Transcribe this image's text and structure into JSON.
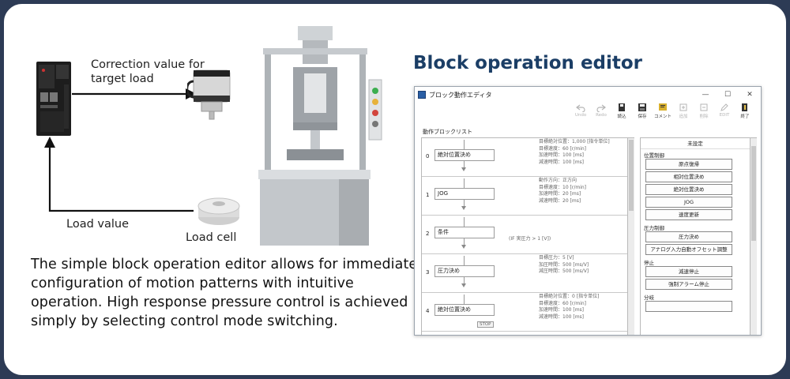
{
  "diagram": {
    "correction_label": "Correction value for target load",
    "load_value_label": "Load value",
    "load_cell_label": "Load cell"
  },
  "description": "The simple block operation editor allows for immediate configuration of motion patterns with intuitive operation. High response pressure control is achieved simply by selecting control mode switching.",
  "editor_title": "Block operation editor",
  "window": {
    "title": "ブロック動作エディタ",
    "controls": [
      "—",
      "☐",
      "✕"
    ],
    "toolbar": [
      {
        "label": "Undo",
        "icon": "undo-icon",
        "disabled": true
      },
      {
        "label": "Redo",
        "icon": "redo-icon",
        "disabled": true
      },
      {
        "label": "読込",
        "icon": "open-icon",
        "disabled": false
      },
      {
        "label": "保存",
        "icon": "save-icon",
        "disabled": false
      },
      {
        "label": "コメント",
        "icon": "comment-icon",
        "disabled": false
      },
      {
        "label": "追加",
        "icon": "add-icon",
        "disabled": true
      },
      {
        "label": "削除",
        "icon": "delete-icon",
        "disabled": true
      },
      {
        "label": "EDIT",
        "icon": "edit-icon",
        "disabled": true
      },
      {
        "label": "終了",
        "icon": "exit-icon",
        "disabled": false
      }
    ],
    "list_title": "動作ブロックリスト",
    "blocks": [
      {
        "num": "0",
        "name": "絶対位置決め",
        "params": [
          "目標絶対位置：1,000 [指令単位]",
          "目標速度：60 [r/min]",
          "加速時間：100 [ms]",
          "減速時間：100 [ms]"
        ],
        "stop": ""
      },
      {
        "num": "1",
        "name": "JOG",
        "params": [
          "動作方向：正方向",
          "目標速度：10 [r/min]",
          "加速時間：20 [ms]",
          "減速時間：20 [ms]"
        ],
        "stop": ""
      },
      {
        "num": "2",
        "name": "条件",
        "condition": "(IF 実圧力 > 1 [V])",
        "params": [],
        "stop": ""
      },
      {
        "num": "3",
        "name": "圧力決め",
        "params": [
          "目標圧力：5 [V]",
          "加圧時間：500 [ms/V]",
          "減圧時間：500 [ms/V]"
        ],
        "stop": ""
      },
      {
        "num": "4",
        "name": "絶対位置決め",
        "params": [
          "目標絶対位置：0 [指令単位]",
          "目標速度：60 [r/min]",
          "加速時間：100 [ms]",
          "減速時間：100 [ms]"
        ],
        "stop": "STOP"
      }
    ],
    "panel": {
      "header": "未設定",
      "sections": [
        {
          "title": "位置制御",
          "buttons": [
            "原点復帰",
            "相対位置決め",
            "絶対位置決め",
            "JOG",
            "速度更新"
          ]
        },
        {
          "title": "圧力制御",
          "buttons": [
            "圧力決め",
            "アナログ入力自動オフセット調整"
          ]
        },
        {
          "title": "停止",
          "buttons": [
            "減速停止",
            "強制アラーム停止"
          ]
        },
        {
          "title": "分岐",
          "buttons": [
            ""
          ]
        }
      ]
    }
  }
}
